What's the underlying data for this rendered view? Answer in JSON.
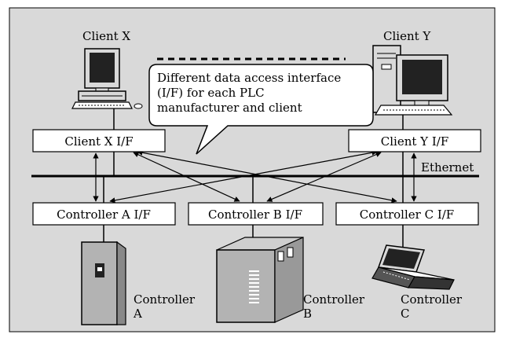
{
  "clients": [
    {
      "name": "Client X",
      "interface": "Client X I/F"
    },
    {
      "name": "Client Y",
      "interface": "Client Y I/F"
    }
  ],
  "controllers": [
    {
      "interface": "Controller A I/F",
      "label_line1": "Controller",
      "label_line2": "A"
    },
    {
      "interface": "Controller B I/F",
      "label_line1": "Controller",
      "label_line2": "B"
    },
    {
      "interface": "Controller C I/F",
      "label_line1": "Controller",
      "label_line2": "C"
    }
  ],
  "network": {
    "label": "Ethernet"
  },
  "callout": {
    "line1": "Different data access interface",
    "line2": "(I/F) for each PLC",
    "line3": "manufacturer and client"
  },
  "colors": {
    "background": "#d9d9d9",
    "device_gray": "#b3b3b3",
    "screen_dark": "#222222"
  }
}
